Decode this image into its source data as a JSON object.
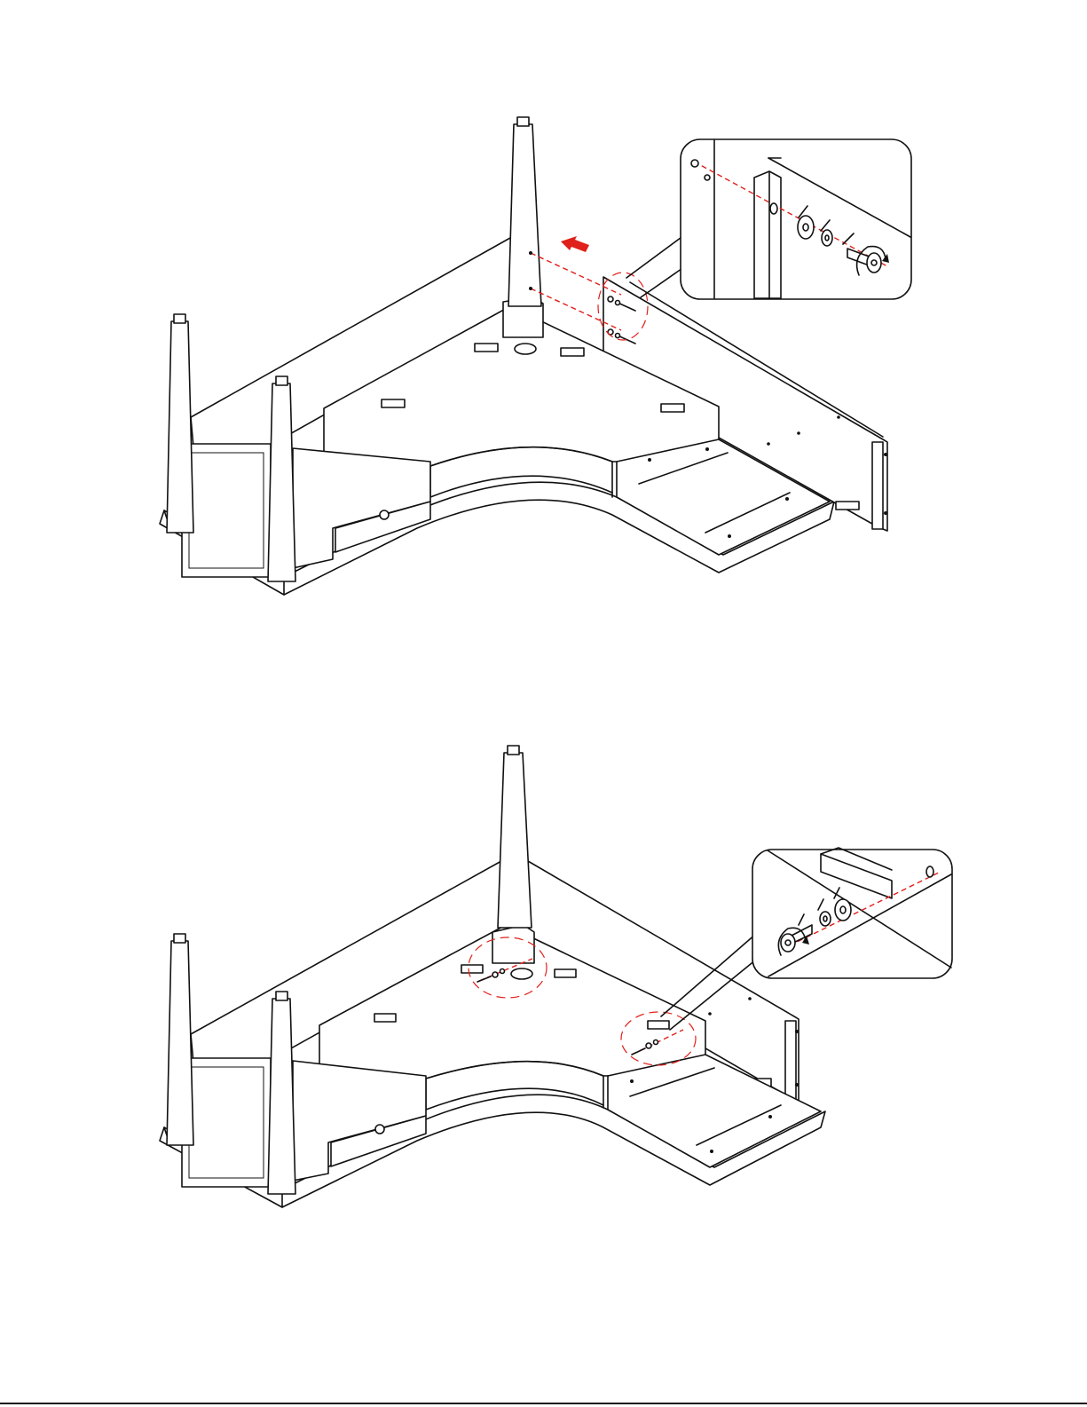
{
  "colors": {
    "line": "#111111",
    "accent": "#e0201b",
    "background": "#ffffff"
  },
  "diagrams": [
    {
      "step": "top-assembly",
      "detail": "bolt-washer-lockwasher-into-leg"
    },
    {
      "step": "bottom-assembly",
      "detail": "bolt-washer-lockwasher-into-corner-brace"
    }
  ],
  "icons": [
    "red-arrow-icon",
    "rotate-arrow-icon",
    "bolt-icon",
    "washer-icon",
    "lock-washer-icon"
  ]
}
